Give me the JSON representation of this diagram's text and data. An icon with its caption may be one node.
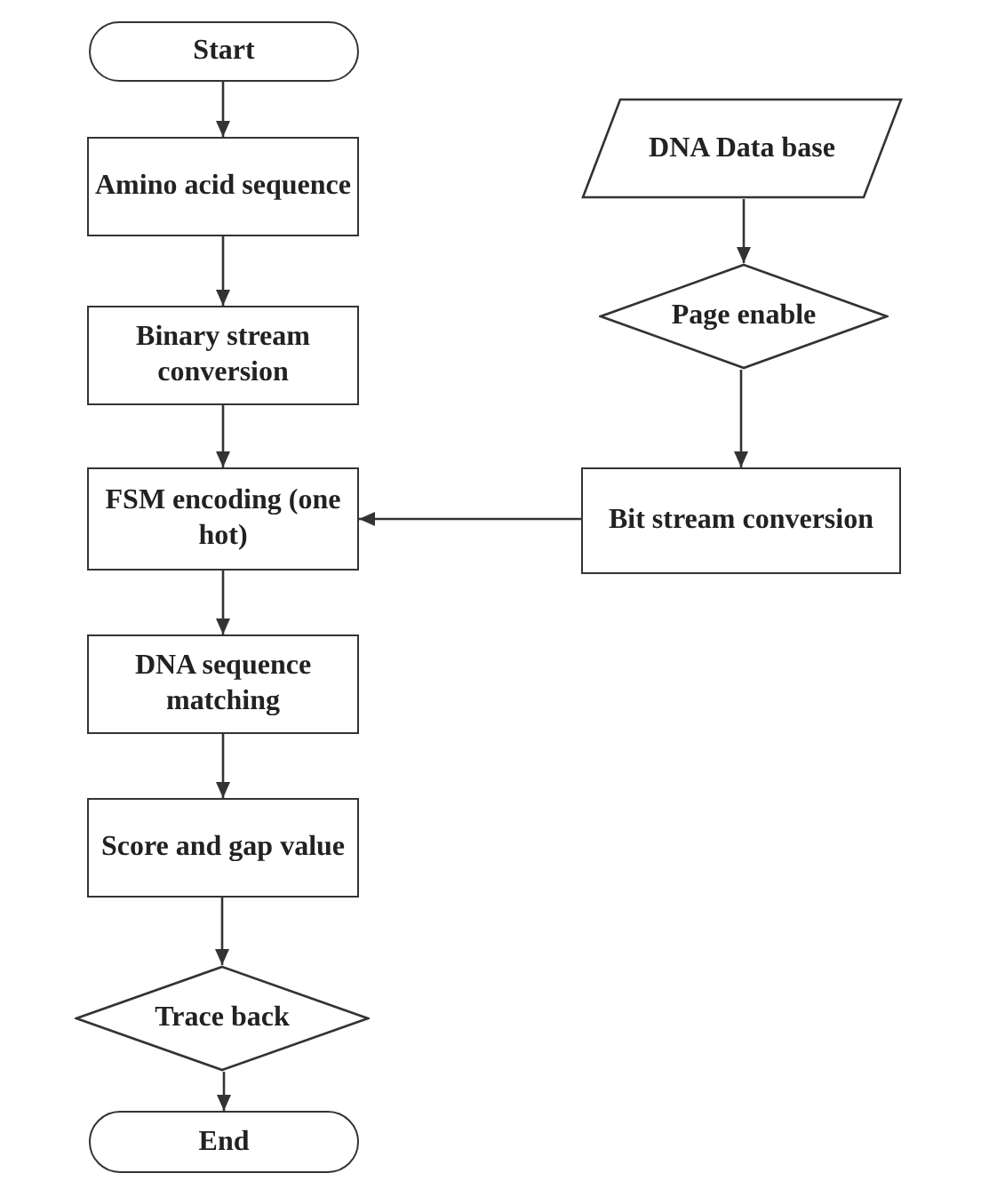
{
  "diagram": {
    "nodes": [
      {
        "text": [
          "Start"
        ]
      },
      {
        "text": [
          "Amino acid sequence"
        ]
      },
      {
        "text": [
          "Binary stream conversion"
        ]
      },
      {
        "text": [
          "FSM encoding (one hot)"
        ]
      },
      {
        "text": [
          "DNA sequence matching"
        ]
      },
      {
        "text": [
          "Score and gap value"
        ]
      },
      {
        "text": [
          "Trace back"
        ]
      },
      {
        "text": [
          "End"
        ]
      },
      {
        "text": [
          "DNA Data base"
        ]
      },
      {
        "text": [
          "Page enable"
        ]
      },
      {
        "text": [
          "Bit stream conversion"
        ]
      }
    ],
    "edges": [
      {
        "from": 0,
        "to": 1,
        "arrow": "to"
      },
      {
        "from": 1,
        "to": 2,
        "arrow": "to"
      },
      {
        "from": 2,
        "to": 3,
        "arrow": "to"
      },
      {
        "from": 3,
        "to": 4,
        "arrow": "to"
      },
      {
        "from": 4,
        "to": 5,
        "arrow": "to"
      },
      {
        "from": 5,
        "to": 6,
        "arrow": "to"
      },
      {
        "from": 6,
        "to": 7,
        "arrow": "to"
      },
      {
        "from": 8,
        "to": 9,
        "arrow": "to"
      },
      {
        "from": 9,
        "to": 10,
        "arrow": "to"
      },
      {
        "from": 10,
        "to": 3,
        "arrow": "to"
      }
    ]
  }
}
